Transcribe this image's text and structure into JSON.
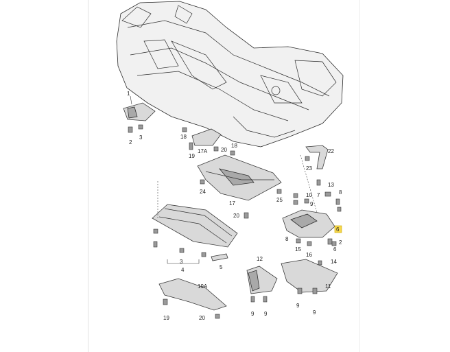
{
  "diagram": {
    "callouts": {
      "c1": "1",
      "c2a": "2",
      "c3a": "3",
      "c18a": "18",
      "c17a": "17A",
      "c19a": "19",
      "c20a": "20",
      "c18b": "18",
      "c22": "22",
      "c23": "23",
      "c24": "24",
      "c17": "17",
      "c25": "25",
      "c10": "10",
      "c7": "7",
      "c13": "13",
      "c8a": "8",
      "c9a": "9",
      "c6": "6",
      "c20b": "20",
      "c8b": "8",
      "c15": "15",
      "c16": "16",
      "c2b": "2",
      "c6b": "6",
      "c3b": "3",
      "c4": "4",
      "c5": "5",
      "c14": "14",
      "c12": "12",
      "c11": "11",
      "c19A": "19A",
      "c19b": "19",
      "c20c": "20",
      "c9b": "9",
      "c9c": "9",
      "c9d": "9",
      "c9e": "9"
    },
    "highlight_color": "#f7d84a"
  }
}
